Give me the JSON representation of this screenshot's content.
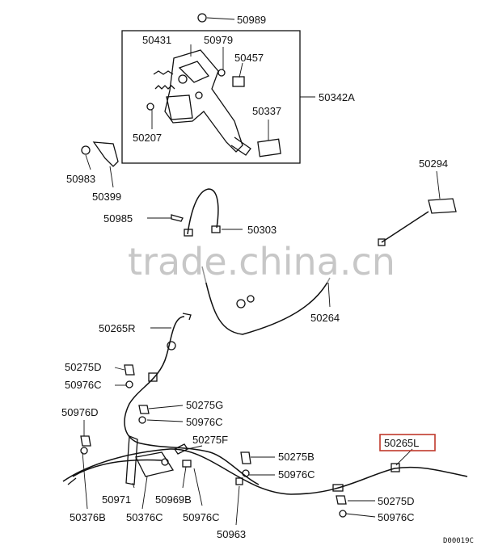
{
  "callouts": {
    "p50989": "50989",
    "p50431": "50431",
    "p50979": "50979",
    "p50457": "50457",
    "p50342A": "50342A",
    "p50337": "50337",
    "p50207": "50207",
    "p50983": "50983",
    "p50399": "50399",
    "p50294": "50294",
    "p50985": "50985",
    "p50303": "50303",
    "p50264": "50264",
    "p50265R": "50265R",
    "p50275D_a": "50275D",
    "p50976C_a": "50976C",
    "p50976D": "50976D",
    "p50275G": "50275G",
    "p50976C_b": "50976C",
    "p50275F": "50275F",
    "p50265L": "50265L",
    "p50275B": "50275B",
    "p50976C_c": "50976C",
    "p50971": "50971",
    "p50969B": "50969B",
    "p50275D_b": "50275D",
    "p50976C_d": "50976C",
    "p50376B": "50376B",
    "p50376C": "50376C",
    "p50976C_e": "50976C",
    "p50963": "50963"
  },
  "watermark": "trade.china.cn",
  "drawing_code": "D00019C",
  "highlight_color": "#c0392b"
}
